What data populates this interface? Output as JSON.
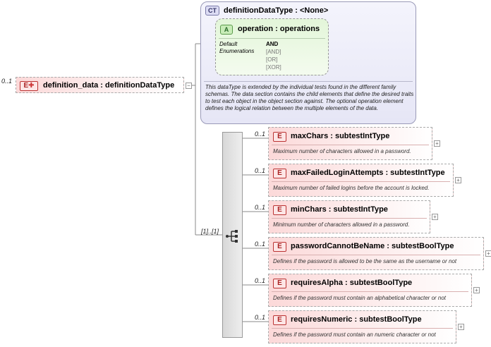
{
  "root": {
    "occurrence": "0..1",
    "badge": "E",
    "name": "definition_data : definitionDataType"
  },
  "complex_type": {
    "badge": "CT",
    "title": "definitionDataType : <None>",
    "attribute": {
      "badge": "A",
      "title": "operation : operations",
      "default_label": "Default",
      "enumerations_label": "Enumerations",
      "default_value": "AND",
      "enumerations": [
        "[AND]",
        "[OR]",
        "[XOR]"
      ]
    },
    "description": "This dataType is extended by the individual tests found in the different family schemas.  The data section contains the child elements that define the desired traits to test each object in the object section against.  The optional operation element defines the logical relation between the multiple elements of the data."
  },
  "sequence": {
    "occurrence": "[1]..[1]"
  },
  "children": [
    {
      "occurrence": "0..1",
      "badge": "E",
      "name": "maxChars : subtestIntType",
      "description": "Maximum number of characters allowed in a password."
    },
    {
      "occurrence": "0..1",
      "badge": "E",
      "name": "maxFailedLoginAttempts : subtestIntType",
      "description": "Maximum number of failed logins before the account is locked."
    },
    {
      "occurrence": "0..1",
      "badge": "E",
      "name": "minChars : subtestIntType",
      "description": "Minimum number of characters allowed in a password."
    },
    {
      "occurrence": "0..1",
      "badge": "E",
      "name": "passwordCannotBeName : subtestBoolType",
      "description": "Defines if the password is allowed to be the same as the username or not"
    },
    {
      "occurrence": "0..1",
      "badge": "E",
      "name": "requiresAlpha : subtestBoolType",
      "description": "Defines if the password must contain an alphabetical character or not"
    },
    {
      "occurrence": "0..1",
      "badge": "E",
      "name": "requiresNumeric : subtestBoolType",
      "description": "Defines if the password must contain an numeric character or not"
    }
  ],
  "icons": {
    "expand": "plus-icon",
    "sequence": "sequence-compositor-icon",
    "element_children": "element-children-icon"
  },
  "colors": {
    "element_fill": "#fcd9d9",
    "element_badge_border": "#b33333",
    "complex_type_fill": "#e6e6f6",
    "attribute_fill": "#e3f6d9",
    "compositor_fill": "#d8d8d8"
  }
}
